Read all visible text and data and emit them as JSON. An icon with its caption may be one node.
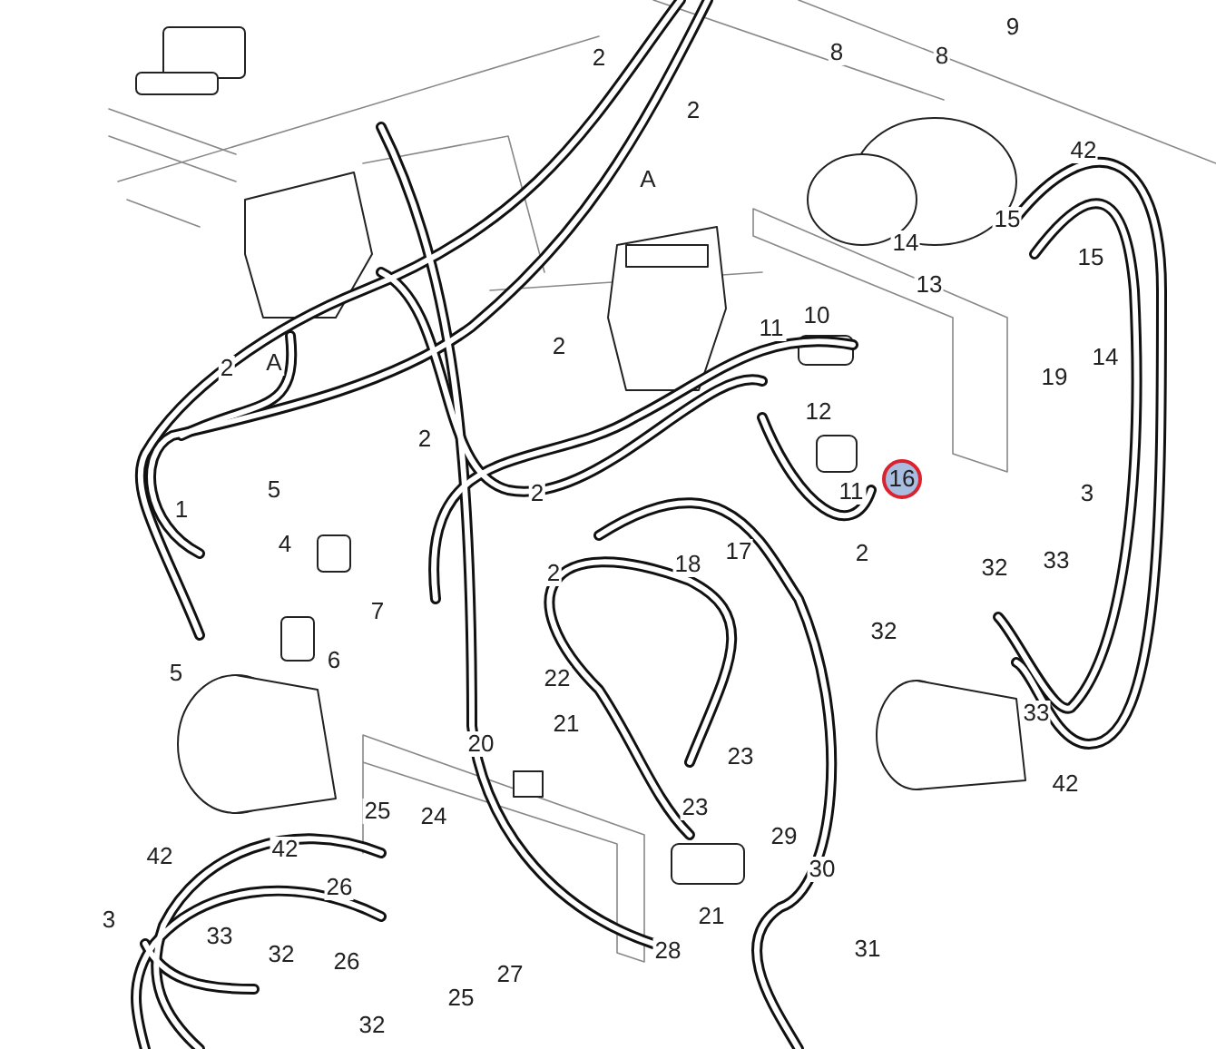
{
  "diagram": {
    "labels": [
      "9",
      "8",
      "8",
      "2",
      "2",
      "42",
      "A",
      "15",
      "14",
      "15",
      "13",
      "10",
      "11",
      "2",
      "14",
      "A",
      "2",
      "19",
      "12",
      "2",
      "16",
      "5",
      "11",
      "2",
      "3",
      "1",
      "4",
      "17",
      "2",
      "33",
      "18",
      "32",
      "2",
      "7",
      "32",
      "6",
      "5",
      "22",
      "33",
      "21",
      "20",
      "23",
      "42",
      "23",
      "25",
      "24",
      "29",
      "42",
      "42",
      "30",
      "26",
      "21",
      "3",
      "33",
      "31",
      "28",
      "32",
      "26",
      "27",
      "25",
      "32"
    ]
  }
}
